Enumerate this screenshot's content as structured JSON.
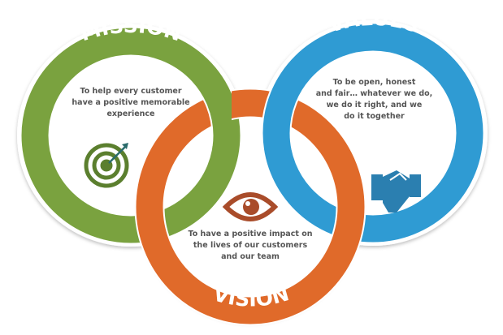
{
  "colors": {
    "mission": "#7aa23f",
    "values": "#2f9bd3",
    "vision": "#e06a2a",
    "text": "#555555"
  },
  "mission": {
    "title": "MISSION",
    "lines": [
      "To help every customer",
      "have a positive memorable",
      "experience"
    ],
    "icon": "target-icon"
  },
  "values": {
    "title": "VALUES",
    "lines": [
      "To be open, honest",
      "and fair… whatever we do,",
      "we do it right, and we",
      "do it together"
    ],
    "icon": "handshake-icon"
  },
  "vision": {
    "title": "VISION",
    "lines": [
      "To have a positive impact on",
      "the lives of our customers",
      "and our team"
    ],
    "icon": "eye-icon"
  }
}
